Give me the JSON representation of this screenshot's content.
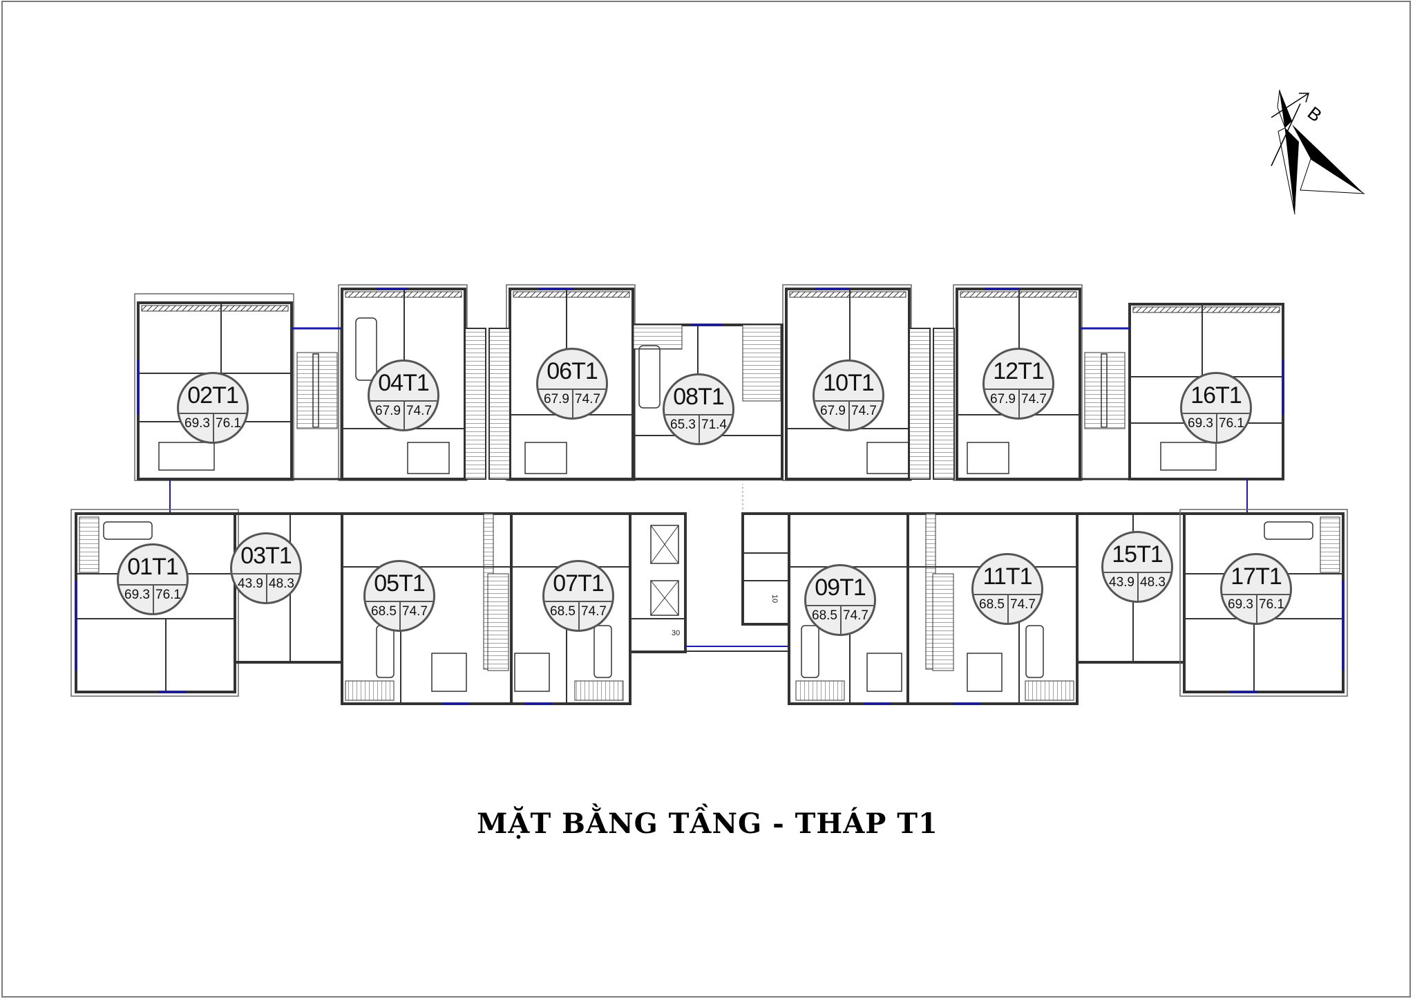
{
  "title": "MẶT BẰNG TẦNG - THÁP T1",
  "north_arrow": {
    "label": "B",
    "icon": "north-arrow-icon"
  },
  "colors": {
    "wall": "#333333",
    "window": "#1a1aa8",
    "badge_fill": "#eeeeee",
    "badge_border": "#555555",
    "frame": "#7a7a7a"
  },
  "units": [
    {
      "code": "02T1",
      "area_a": "69.3",
      "area_b": "76.1",
      "row": "top"
    },
    {
      "code": "04T1",
      "area_a": "67.9",
      "area_b": "74.7",
      "row": "top"
    },
    {
      "code": "06T1",
      "area_a": "67.9",
      "area_b": "74.7",
      "row": "top"
    },
    {
      "code": "08T1",
      "area_a": "65.3",
      "area_b": "71.4",
      "row": "top"
    },
    {
      "code": "10T1",
      "area_a": "67.9",
      "area_b": "74.7",
      "row": "top"
    },
    {
      "code": "12T1",
      "area_a": "67.9",
      "area_b": "74.7",
      "row": "top"
    },
    {
      "code": "16T1",
      "area_a": "69.3",
      "area_b": "76.1",
      "row": "top"
    },
    {
      "code": "01T1",
      "area_a": "69.3",
      "area_b": "76.1",
      "row": "bottom"
    },
    {
      "code": "03T1",
      "area_a": "43.9",
      "area_b": "48.3",
      "row": "bottom"
    },
    {
      "code": "05T1",
      "area_a": "68.5",
      "area_b": "74.7",
      "row": "bottom"
    },
    {
      "code": "07T1",
      "area_a": "68.5",
      "area_b": "74.7",
      "row": "bottom"
    },
    {
      "code": "09T1",
      "area_a": "68.5",
      "area_b": "74.7",
      "row": "bottom"
    },
    {
      "code": "11T1",
      "area_a": "68.5",
      "area_b": "74.7",
      "row": "bottom"
    },
    {
      "code": "15T1",
      "area_a": "43.9",
      "area_b": "48.3",
      "row": "bottom"
    },
    {
      "code": "17T1",
      "area_a": "69.3",
      "area_b": "76.1",
      "row": "bottom"
    }
  ],
  "dimension_labels": {
    "core_left": "30",
    "core_right": "10"
  }
}
